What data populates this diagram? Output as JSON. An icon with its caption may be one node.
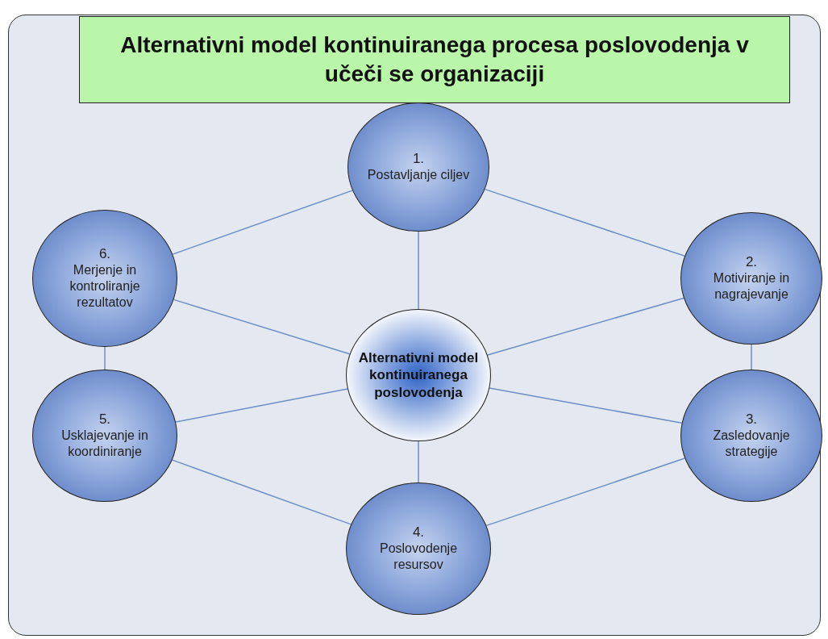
{
  "diagram": {
    "title": "Alternativni model kontinuiranega procesa poslovodenja v učeči se organizaciji",
    "nodes": [
      {
        "text": [
          "1.",
          "Postavljanje ciljev"
        ]
      },
      {
        "text": [
          "6.",
          "Merjenje in kontroliranje rezultatov"
        ]
      },
      {
        "text": [
          "2.",
          "Motiviranje in nagrajevanje"
        ]
      },
      {
        "text": [
          "Alternativni model kontinuiranega poslovodenja"
        ]
      },
      {
        "text": [
          "5.",
          "Usklajevanje in koordiniranje"
        ]
      },
      {
        "text": [
          "3.",
          "Zasledovanje strategije"
        ]
      },
      {
        "text": [
          "4.",
          "Poslovodenje resursov"
        ]
      }
    ],
    "edges": [
      {
        "from": 0,
        "to": 2,
        "arrow": "none"
      },
      {
        "from": 2,
        "to": 5,
        "arrow": "none"
      },
      {
        "from": 5,
        "to": 6,
        "arrow": "none"
      },
      {
        "from": 6,
        "to": 4,
        "arrow": "none"
      },
      {
        "from": 4,
        "to": 1,
        "arrow": "none"
      },
      {
        "from": 1,
        "to": 0,
        "arrow": "none"
      },
      {
        "from": 3,
        "to": 0,
        "arrow": "none"
      },
      {
        "from": 3,
        "to": 2,
        "arrow": "none"
      },
      {
        "from": 3,
        "to": 5,
        "arrow": "none"
      },
      {
        "from": 3,
        "to": 6,
        "arrow": "none"
      },
      {
        "from": 3,
        "to": 4,
        "arrow": "none"
      },
      {
        "from": 3,
        "to": 1,
        "arrow": "none"
      }
    ]
  }
}
